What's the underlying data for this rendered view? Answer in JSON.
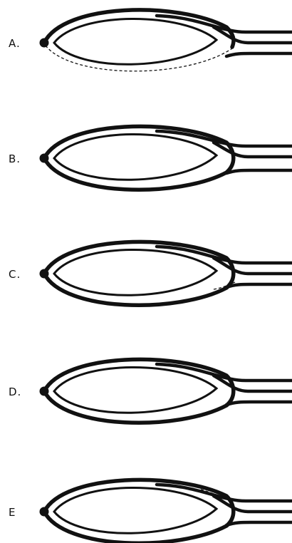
{
  "figure": {
    "ink_color": "#111111",
    "background_color": "#ffffff",
    "panels": [
      {
        "label": "A.",
        "variant": "outer wall open below, dashed lower contour"
      },
      {
        "label": "B.",
        "variant": "closed outer wall, tubes separated"
      },
      {
        "label": "C.",
        "variant": "closed outer wall, dashed line at neck"
      },
      {
        "label": "D.",
        "variant": "closed outer wall, three parallel tubes"
      },
      {
        "label": "E",
        "variant": "closed outer wall, dashed tube extension"
      }
    ]
  }
}
